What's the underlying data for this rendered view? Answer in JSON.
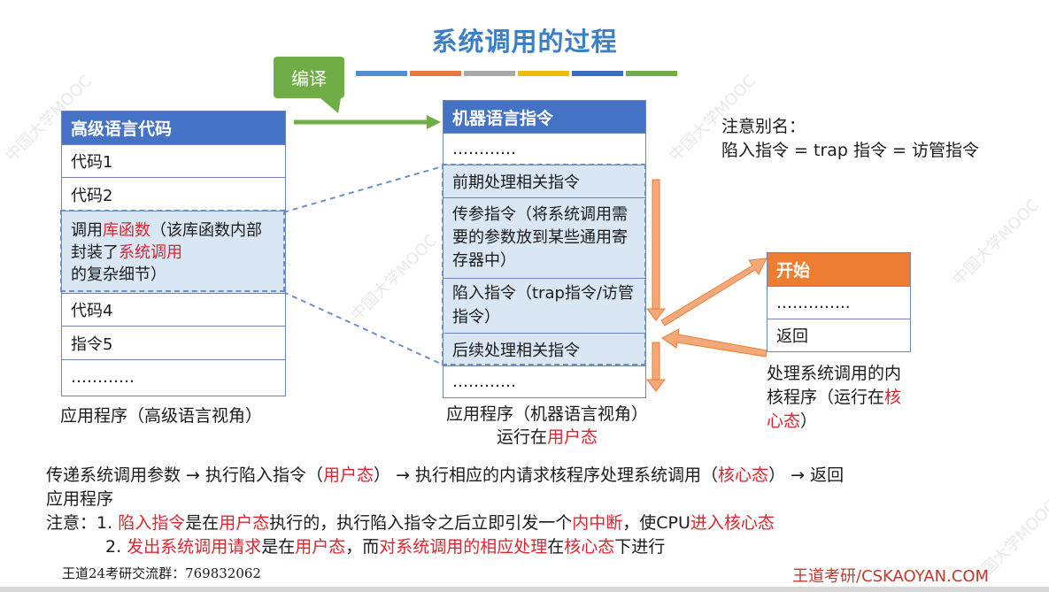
{
  "title": "系统调用的过程",
  "compile_label": "编译",
  "stripe_colors": [
    "#4d8fd1",
    "#e8793a",
    "#a8a8a8",
    "#f2b90f",
    "#3d6bc4",
    "#70ad47"
  ],
  "hll": {
    "header": "高级语言代码",
    "rows": [
      "代码1",
      "代码2"
    ],
    "call_pre": "调用",
    "call_red1": "库函数",
    "call_mid": "（该库函数内部封装了",
    "call_red2": "系统调用",
    "call_post": "的复杂细节）",
    "rows_after": [
      "代码4",
      "指令5",
      "…………"
    ],
    "caption": "应用程序（高级语言视角）"
  },
  "mli": {
    "header": "机器语言指令",
    "rows": [
      "…………",
      "前期处理相关指令",
      "传参指令（将系统调用需要的参数放到某些通用寄存器中）",
      "陷入指令（trap指令/访管指令）",
      "后续处理相关指令",
      "…………"
    ],
    "caption_line1": "应用程序（机器语言视角）",
    "caption_line2_pre": "运行在",
    "caption_line2_red": "用户态"
  },
  "note_alias": {
    "line1": "注意别名：",
    "line2": "陷入指令 = trap 指令 = 访管指令"
  },
  "kernel": {
    "header": "开始",
    "rows": [
      "…………..",
      "返回"
    ],
    "caption_pre": "处理系统调用的内核程序（运行在",
    "caption_red": "核心态",
    "caption_post": "）"
  },
  "flow": {
    "p1": "传递系统调用参数 ",
    "arrow": "→",
    "p2": " 执行陷入指令（",
    "r1": "用户态",
    "p3": "） ",
    "p4": " 执行相应的内请求核程序处理系统调用（",
    "r2": "核心态",
    "p5": "） ",
    "p6": " 返回",
    "p7": "应用程序"
  },
  "notes": {
    "label": "注意：",
    "n1_num": "1. ",
    "n1_r1": "陷入指令",
    "n1_a": "是在",
    "n1_r2": "用户态",
    "n1_b": "执行的，执行陷入指令之后立即引发一个",
    "n1_r3": "内中断",
    "n1_c": "，使CPU",
    "n1_r4": "进入核心态",
    "n2_num": "2. ",
    "n2_r1": "发出系统调用请求",
    "n2_a": "是在",
    "n2_r2": "用户态",
    "n2_b": "，而",
    "n2_r3": "对系统调用的相应处理",
    "n2_c": "在",
    "n2_r4": "核心态",
    "n2_d": "下进行"
  },
  "footer": {
    "group": "王道24考研交流群：769832062",
    "brand": "王道考研/CSKAOYAN.COM"
  },
  "colors": {
    "header_blue": "#4472c4",
    "orange": "#ed7d31",
    "green": "#70ad47",
    "red": "#e0242f",
    "title_blue": "#3d7fc4"
  }
}
